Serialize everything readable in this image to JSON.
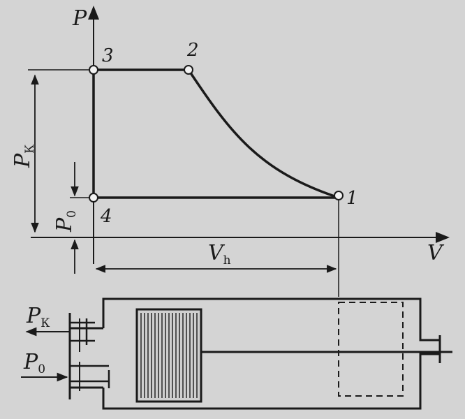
{
  "axes": {
    "p_axis_label": "P",
    "v_axis_label": "V"
  },
  "points": [
    {
      "id": "3",
      "label": "3"
    },
    {
      "id": "2",
      "label": "2"
    },
    {
      "id": "4",
      "label": "4"
    },
    {
      "id": "1",
      "label": "1"
    }
  ],
  "dimensions": {
    "pk": {
      "main": "P",
      "sub": "К"
    },
    "p0": {
      "main": "P",
      "sub": "0"
    },
    "vh": {
      "main": "V",
      "sub": "h"
    }
  },
  "valves": {
    "discharge": {
      "main": "P",
      "sub": "К"
    },
    "suction": {
      "main": "P",
      "sub": "0"
    }
  },
  "colors": {
    "ink": "#1a1a1a",
    "paper": "#d4d4d4",
    "point_fill": "#f2f2f2"
  }
}
